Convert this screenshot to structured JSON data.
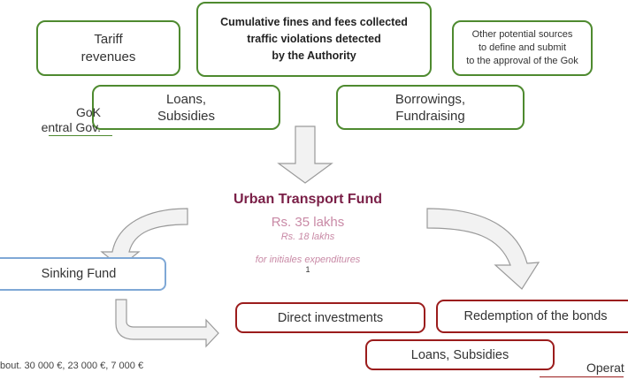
{
  "sources": {
    "tariff": "Tariff\nrevenues",
    "fines": "Cumulative fines and fees collected\ntraffic violations detected\nby the Authority",
    "other": "Other potential sources\nto define and submit\nto the approval of the Gok",
    "loans_subsidies": "Loans,\nSubsidies",
    "borrowings": "Borrowings,\nFundraising"
  },
  "gok_label": "GoK\nentral Gov.",
  "fund": {
    "title": "Urban Transport Fund",
    "amount": "Rs. 35 lakhs",
    "sub_amount": "Rs. 18 lakhs",
    "note": "for initiales expenditures",
    "footnote_mark": "1"
  },
  "sinking_fund": "Sinking Fund",
  "outputs": {
    "direct_investments": "Direct investments",
    "redemption": "Redemption of the bonds",
    "loans_subsidies": "Loans, Subsidies"
  },
  "footer_left": "bout. 30 000 €, 23 000 €, 7 000 €",
  "footer_right": "Operat",
  "colors": {
    "green_border": "#4e8a2f",
    "red_border": "#9b1c1c",
    "blue_border": "#7fa8d6",
    "fund_title": "#7a1f47",
    "fund_amount": "#c98aa6"
  }
}
